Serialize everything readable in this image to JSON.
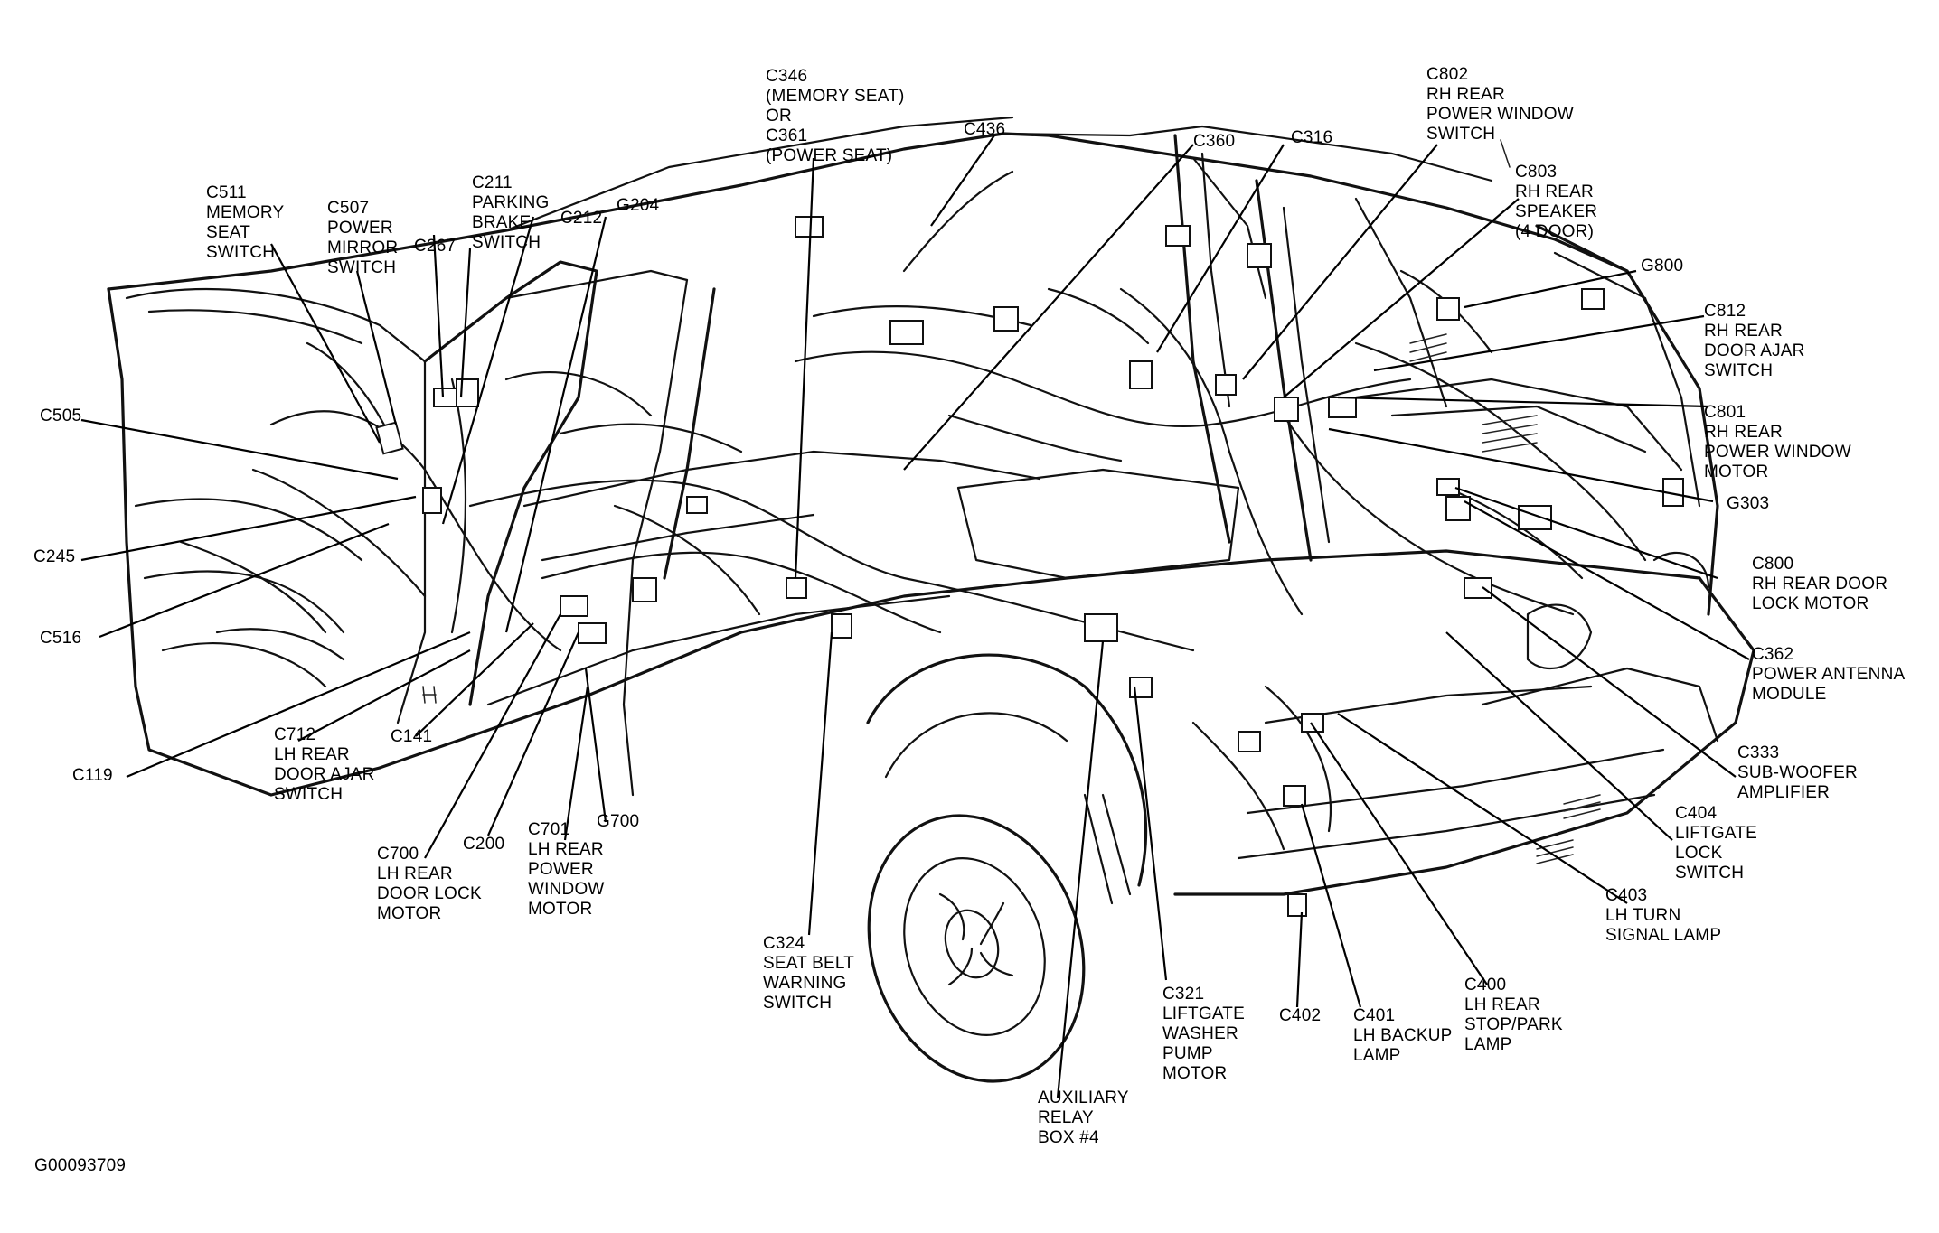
{
  "figure_id": "G00093709",
  "callouts": [
    {
      "id": "c346",
      "lines": [
        "C346",
        "(MEMORY SEAT)",
        "OR",
        "C361",
        "(POWER SEAT)"
      ]
    },
    {
      "id": "c436",
      "lines": [
        "C436"
      ]
    },
    {
      "id": "c360",
      "lines": [
        "C360"
      ]
    },
    {
      "id": "c316",
      "lines": [
        "C316"
      ]
    },
    {
      "id": "c802",
      "lines": [
        "C802",
        "RH REAR",
        "POWER WINDOW",
        "SWITCH"
      ]
    },
    {
      "id": "c803",
      "lines": [
        "C803",
        "RH REAR",
        "SPEAKER",
        "(4 DOOR)"
      ]
    },
    {
      "id": "c511",
      "lines": [
        "C511",
        "MEMORY",
        "SEAT",
        "SWITCH"
      ]
    },
    {
      "id": "c507",
      "lines": [
        "C507",
        "POWER",
        "MIRROR",
        "SWITCH"
      ]
    },
    {
      "id": "c211",
      "lines": [
        "C211",
        "PARKING",
        "BRAKE",
        "SWITCH"
      ]
    },
    {
      "id": "c267",
      "lines": [
        "C267"
      ]
    },
    {
      "id": "c212",
      "lines": [
        "C212"
      ]
    },
    {
      "id": "g204",
      "lines": [
        "G204"
      ]
    },
    {
      "id": "g800",
      "lines": [
        "G800"
      ]
    },
    {
      "id": "c812",
      "lines": [
        "C812",
        "RH REAR",
        "DOOR AJAR",
        "SWITCH"
      ]
    },
    {
      "id": "c801",
      "lines": [
        "C801",
        "RH REAR",
        "POWER WINDOW",
        "MOTOR"
      ]
    },
    {
      "id": "g303",
      "lines": [
        "G303"
      ]
    },
    {
      "id": "c800",
      "lines": [
        "C800",
        "RH REAR DOOR",
        "LOCK MOTOR"
      ]
    },
    {
      "id": "c362",
      "lines": [
        "C362",
        "POWER ANTENNA",
        "MODULE"
      ]
    },
    {
      "id": "c333",
      "lines": [
        "C333",
        "SUB-WOOFER",
        "AMPLIFIER"
      ]
    },
    {
      "id": "c404",
      "lines": [
        "C404",
        "LIFTGATE",
        "LOCK",
        "SWITCH"
      ]
    },
    {
      "id": "c403",
      "lines": [
        "C403",
        "LH TURN",
        "SIGNAL LAMP"
      ]
    },
    {
      "id": "c505",
      "lines": [
        "C505"
      ]
    },
    {
      "id": "c245",
      "lines": [
        "C245"
      ]
    },
    {
      "id": "c516",
      "lines": [
        "C516"
      ]
    },
    {
      "id": "c119",
      "lines": [
        "C119"
      ]
    },
    {
      "id": "c712",
      "lines": [
        "C712",
        "LH REAR",
        "DOOR AJAR",
        "SWITCH"
      ]
    },
    {
      "id": "c141",
      "lines": [
        "C141"
      ]
    },
    {
      "id": "c700",
      "lines": [
        "C700",
        "LH REAR",
        "DOOR LOCK",
        "MOTOR"
      ]
    },
    {
      "id": "c200",
      "lines": [
        "C200"
      ]
    },
    {
      "id": "c701",
      "lines": [
        "C701",
        "LH REAR",
        "POWER",
        "WINDOW",
        "MOTOR"
      ]
    },
    {
      "id": "g700",
      "lines": [
        "G700"
      ]
    },
    {
      "id": "c324",
      "lines": [
        "C324",
        "SEAT BELT",
        "WARNING",
        "SWITCH"
      ]
    },
    {
      "id": "c321",
      "lines": [
        "C321",
        "LIFTGATE",
        "WASHER",
        "PUMP",
        "MOTOR"
      ]
    },
    {
      "id": "c402",
      "lines": [
        "C402"
      ]
    },
    {
      "id": "c401",
      "lines": [
        "C401",
        "LH BACKUP",
        "LAMP"
      ]
    },
    {
      "id": "c400",
      "lines": [
        "C400",
        "LH REAR",
        "STOP/PARK",
        "LAMP"
      ]
    },
    {
      "id": "aux",
      "lines": [
        "AUXILIARY",
        "RELAY",
        "BOX #4"
      ]
    }
  ]
}
